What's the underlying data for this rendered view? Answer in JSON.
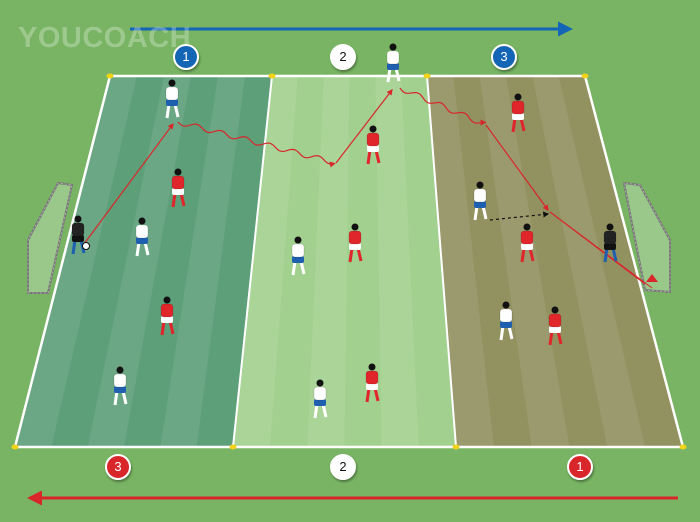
{
  "logo_text": "YOUCOACH",
  "colors": {
    "pitch_background": "#78b463",
    "zone_left": "#5d9f79",
    "zone_middle": "#a2d08e",
    "zone_right": "#929160",
    "team_white": "#ffffff",
    "team_red": "#e0262b",
    "goalkeeper": "#222222",
    "attack_arrow": "#1565b7",
    "return_arrow": "#d9262b"
  },
  "top_zone_badges": [
    {
      "label": "1",
      "color": "#1565b7"
    },
    {
      "label": "2",
      "color": "#ffffff"
    },
    {
      "label": "3",
      "color": "#1565b7"
    }
  ],
  "bottom_zone_badges": [
    {
      "label": "3",
      "color": "#d9262b"
    },
    {
      "label": "2",
      "color": "#ffffff"
    },
    {
      "label": "1",
      "color": "#d9262b"
    }
  ]
}
